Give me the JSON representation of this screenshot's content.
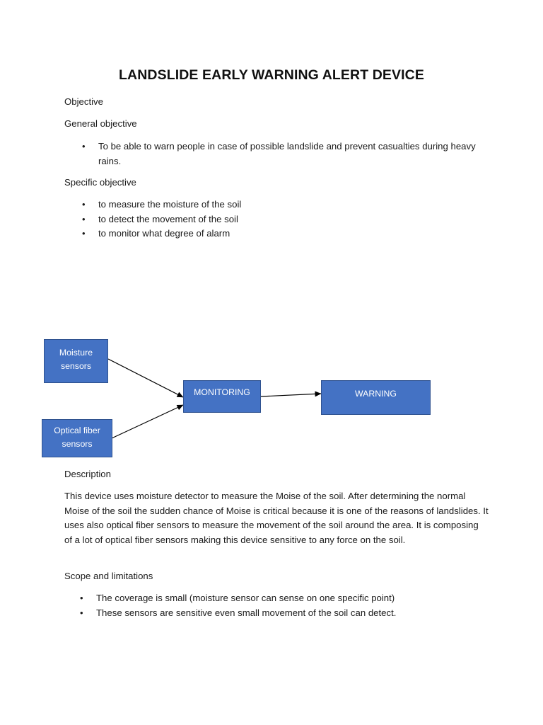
{
  "document": {
    "title": "LANDSLIDE EARLY WARNING ALERT DEVICE",
    "objective_heading": "Objective",
    "general_objective_heading": "General objective",
    "general_objective_items": [
      "To be able to warn people in case of possible landslide and prevent casualties during heavy rains."
    ],
    "specific_objective_heading": "Specific objective",
    "specific_objective_items": [
      "to measure the moisture of the soil",
      "to detect the movement of the soil",
      "to monitor what degree of alarm"
    ],
    "diagram": {
      "nodes": {
        "moisture": "Moisture sensors",
        "optical": "Optical fiber sensors",
        "monitoring": "MONITORING",
        "warning": "WARNING"
      },
      "box_color": "#4472c4",
      "edges": [
        [
          "moisture",
          "monitoring"
        ],
        [
          "optical",
          "monitoring"
        ],
        [
          "monitoring",
          "warning"
        ]
      ]
    },
    "description_heading": "Description",
    "description_text": "This device uses moisture detector to measure the Moise of the soil. After determining the normal Moise of the soil the sudden chance of Moise is critical because it is one of the reasons of landslides. It uses also optical fiber sensors to measure the movement of the soil around the area. It is composing of a lot of optical fiber sensors making this device sensitive to any force on the soil.",
    "scope_heading": "Scope and limitations",
    "scope_items": [
      "The coverage is small (moisture sensor can sense on one specific point)",
      "These sensors are sensitive even small movement of the soil can detect."
    ]
  }
}
